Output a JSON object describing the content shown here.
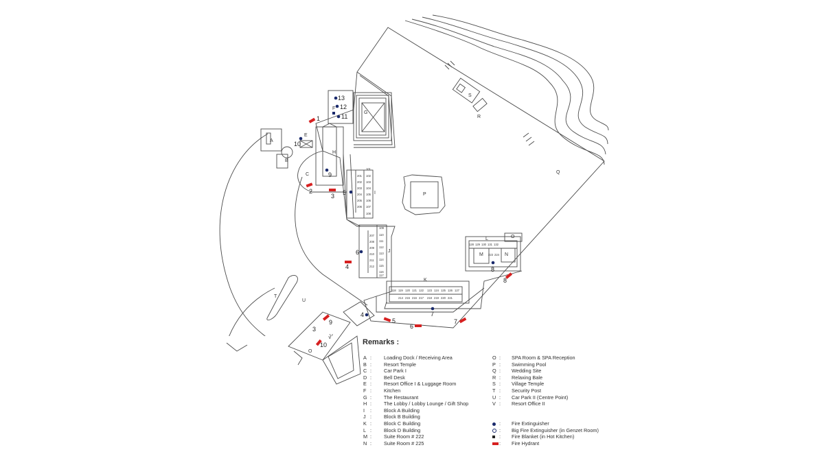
{
  "remarks": {
    "title": "Remarks :",
    "areas_left": [
      {
        "code": "A",
        "label": "Loading Dock / Receiving Area"
      },
      {
        "code": "B",
        "label": "Resort Temple"
      },
      {
        "code": "C",
        "label": "Car Park I"
      },
      {
        "code": "D",
        "label": "Bell Desk"
      },
      {
        "code": "E",
        "label": "Resort Office I & Luggage Room"
      },
      {
        "code": "F",
        "label": "Kitchen"
      },
      {
        "code": "G",
        "label": "The Restaurant"
      },
      {
        "code": "H",
        "label": "The Lobby / Lobby Lounge / Gift Shop"
      },
      {
        "code": "I",
        "label": "Block A Building"
      },
      {
        "code": "J",
        "label": "Block B Building"
      },
      {
        "code": "K",
        "label": "Block C Building"
      },
      {
        "code": "L",
        "label": "Block D Building"
      },
      {
        "code": "M",
        "label": "Suite Room # 222"
      },
      {
        "code": "N",
        "label": "Suite Room # 225"
      }
    ],
    "areas_right": [
      {
        "code": "O",
        "label": "SPA Room & SPA Reception"
      },
      {
        "code": "P",
        "label": "Swimming Pool"
      },
      {
        "code": "Q",
        "label": "Wedding Site"
      },
      {
        "code": "R",
        "label": "Relaxing Bale"
      },
      {
        "code": "S",
        "label": "Village Temple"
      },
      {
        "code": "T",
        "label": "Security Post"
      },
      {
        "code": "U",
        "label": "Car Park II (Centre Point)"
      },
      {
        "code": "V",
        "label": "Resort Office II"
      }
    ],
    "symbols": [
      {
        "symbol": "dot",
        "label": "Fire Extinguisher"
      },
      {
        "symbol": "ring",
        "label": "Big Fire Extinguisher (in Genzet Room)"
      },
      {
        "symbol": "square",
        "label": "Fire Blanket (in Hot Kitchen)"
      },
      {
        "symbol": "bar",
        "label": "Fire Hydrant"
      }
    ]
  },
  "map": {
    "area_labels": [
      "A",
      "B",
      "C",
      "E",
      "F",
      "G",
      "H",
      "I",
      "J",
      "K",
      "L",
      "M",
      "N",
      "O",
      "P",
      "Q",
      "R",
      "S",
      "T",
      "U",
      "V"
    ],
    "hydrant_numbers": [
      "1",
      "2",
      "3",
      "4",
      "5",
      "6",
      "7",
      "8",
      "9",
      "10"
    ],
    "extinguisher_numbers": [
      "1",
      "2",
      "3",
      "4",
      "5",
      "6",
      "7",
      "8",
      "9",
      "10",
      "11",
      "12",
      "13"
    ],
    "block_a_rooms": [
      "201",
      "202",
      "203",
      "204",
      "205",
      "206",
      "101",
      "102",
      "103",
      "104",
      "105",
      "106",
      "107",
      "108"
    ],
    "block_b_rooms": [
      "207",
      "208",
      "209",
      "210",
      "211",
      "212",
      "109",
      "110",
      "111",
      "112",
      "113",
      "114",
      "115",
      "116",
      "117"
    ],
    "block_c_rooms": [
      "118",
      "119",
      "120",
      "121",
      "122",
      "123",
      "124",
      "125",
      "126",
      "127",
      "214",
      "215",
      "216",
      "217",
      "218",
      "219",
      "220",
      "221"
    ],
    "block_d_rooms": [
      "128",
      "129",
      "130",
      "131",
      "132",
      "223",
      "224"
    ]
  },
  "colors": {
    "line": "#4a4a4a",
    "hydrant": "#d62020",
    "extinguisher": "#1a2a6c"
  }
}
